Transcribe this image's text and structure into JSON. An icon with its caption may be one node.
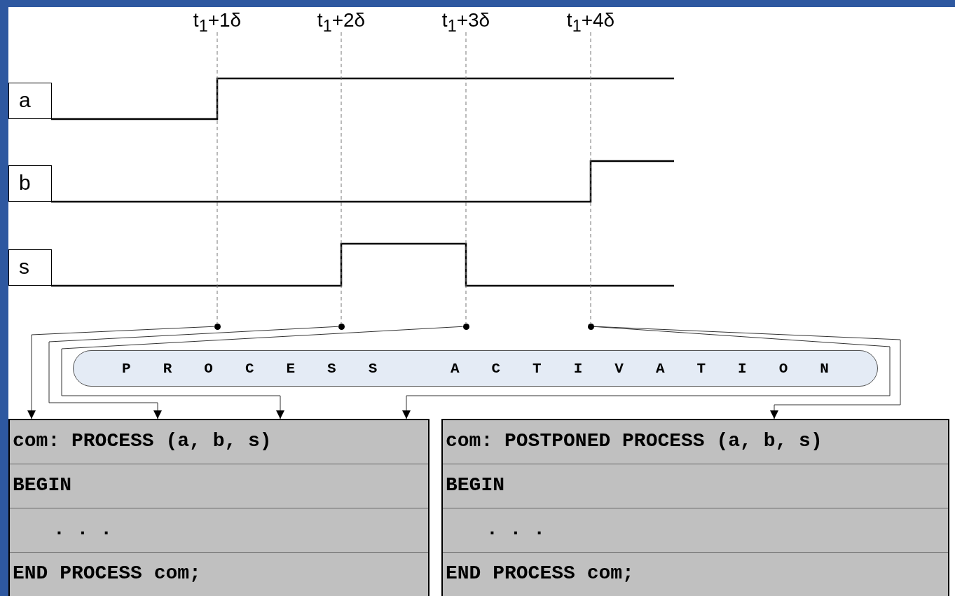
{
  "diagram": {
    "nodes": [
      {
        "text": [
          "t$_{1}$+1δ"
        ]
      },
      {
        "text": [
          "t$_{1}$+2δ"
        ]
      },
      {
        "text": [
          "t$_{1}$+3δ"
        ]
      },
      {
        "text": [
          "t$_{1}$+4δ"
        ]
      },
      {
        "text": [
          "a"
        ]
      },
      {
        "text": [
          "b"
        ]
      },
      {
        "text": [
          "s"
        ]
      },
      {
        "text": [],
        "shape": "circle"
      },
      {
        "text": [],
        "shape": "circle"
      },
      {
        "text": [],
        "shape": "circle"
      },
      {
        "text": [],
        "shape": "circle"
      },
      {
        "text": [
          "PROCESS ACTIVATION"
        ]
      },
      {
        "text": [
          "com: PROCESS (a, b, s)",
          "BEGIN",
          ". . .",
          "END PROCESS com;"
        ]
      },
      {
        "text": [
          "com: POSTPONED PROCESS (a, b, s)",
          "BEGIN",
          ". . .",
          "END PROCESS com;"
        ]
      }
    ],
    "edges": [
      {
        "from": 0,
        "to": 7,
        "arrow": "none",
        "style": "dashed",
        "color": "#777777"
      },
      {
        "from": 1,
        "to": 8,
        "arrow": "none",
        "style": "dashed",
        "color": "#777777"
      },
      {
        "from": 2,
        "to": 9,
        "arrow": "none",
        "style": "dashed",
        "color": "#777777"
      },
      {
        "from": 3,
        "to": 10,
        "arrow": "none",
        "style": "dashed",
        "color": "#777777"
      },
      {
        "from": 7,
        "to": 12,
        "arrow": "to"
      },
      {
        "from": 8,
        "to": 12,
        "arrow": "to"
      },
      {
        "from": 9,
        "to": 12,
        "arrow": "to"
      },
      {
        "from": 10,
        "to": 12,
        "arrow": "to"
      },
      {
        "from": 10,
        "to": 13,
        "arrow": "to"
      }
    ]
  }
}
